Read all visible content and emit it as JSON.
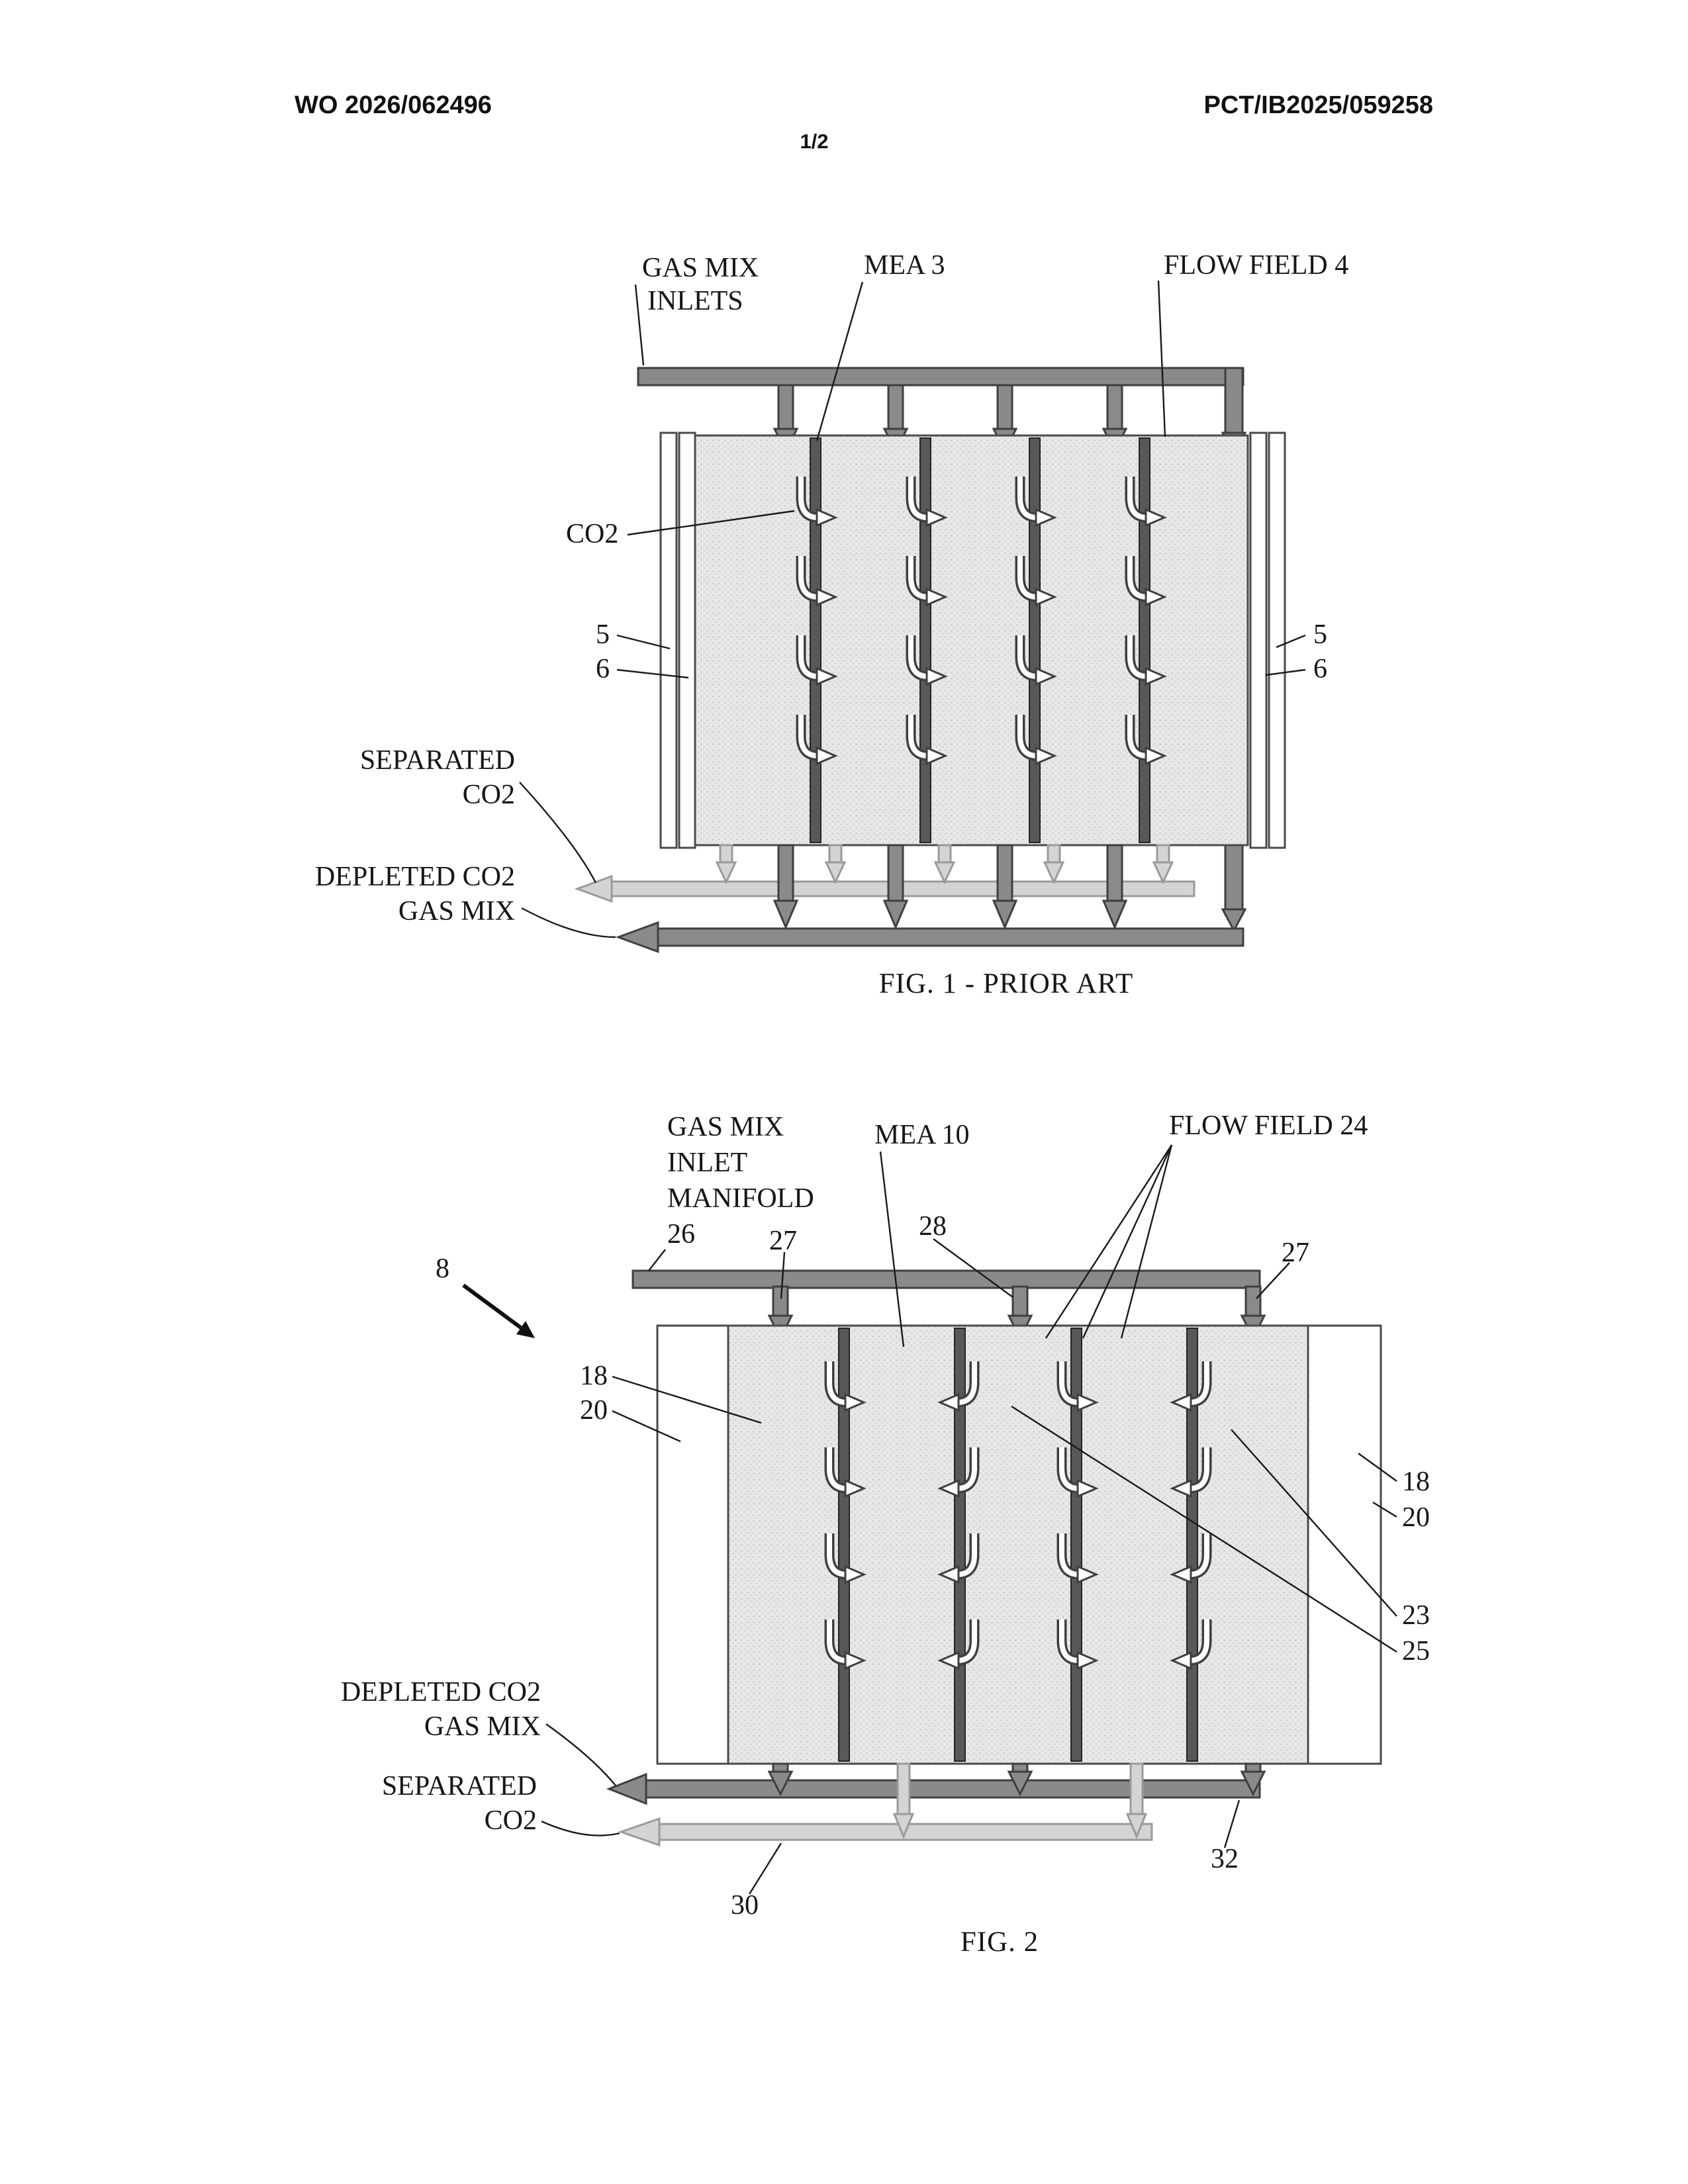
{
  "header": {
    "doc_number": "WO 2026/062496",
    "page_indicator": "1/2",
    "pct_number": "PCT/IB2025/059258"
  },
  "fig1": {
    "caption": "FIG. 1 - PRIOR ART",
    "labels": {
      "gas_mix_inlets_line1": "GAS MIX",
      "gas_mix_inlets_line2": "INLETS",
      "mea": "MEA 3",
      "flow_field": "FLOW FIELD 4",
      "co2": "CO2",
      "ref5_left": "5",
      "ref6_left": "6",
      "ref5_right": "5",
      "ref6_right": "6",
      "separated_line1": "SEPARATED",
      "separated_line2": "CO2",
      "depleted_line1": "DEPLETED CO2",
      "depleted_line2": "GAS MIX"
    }
  },
  "fig2": {
    "caption": "FIG. 2",
    "labels": {
      "manifold_line1": "GAS MIX",
      "manifold_line2": "INLET",
      "manifold_line3": "MANIFOLD",
      "manifold_line4": "26",
      "mea": "MEA 10",
      "flow_field": "FLOW FIELD 24",
      "ref8": "8",
      "ref27_left": "27",
      "ref28": "28",
      "ref27_right": "27",
      "ref18_left": "18",
      "ref20_left": "20",
      "ref18_right": "18",
      "ref20_right": "20",
      "ref23": "23",
      "ref25": "25",
      "ref30": "30",
      "ref32": "32",
      "depleted_line1": "DEPLETED CO2",
      "depleted_line2": "GAS MIX",
      "separated_line1": "SEPARATED",
      "separated_line2": "CO2"
    }
  },
  "colors": {
    "manifold_gray": "#8a8a8a",
    "separated_gray": "#d4d4d4",
    "outline": "#3f3f3f",
    "ink": "#1a1a1a"
  }
}
